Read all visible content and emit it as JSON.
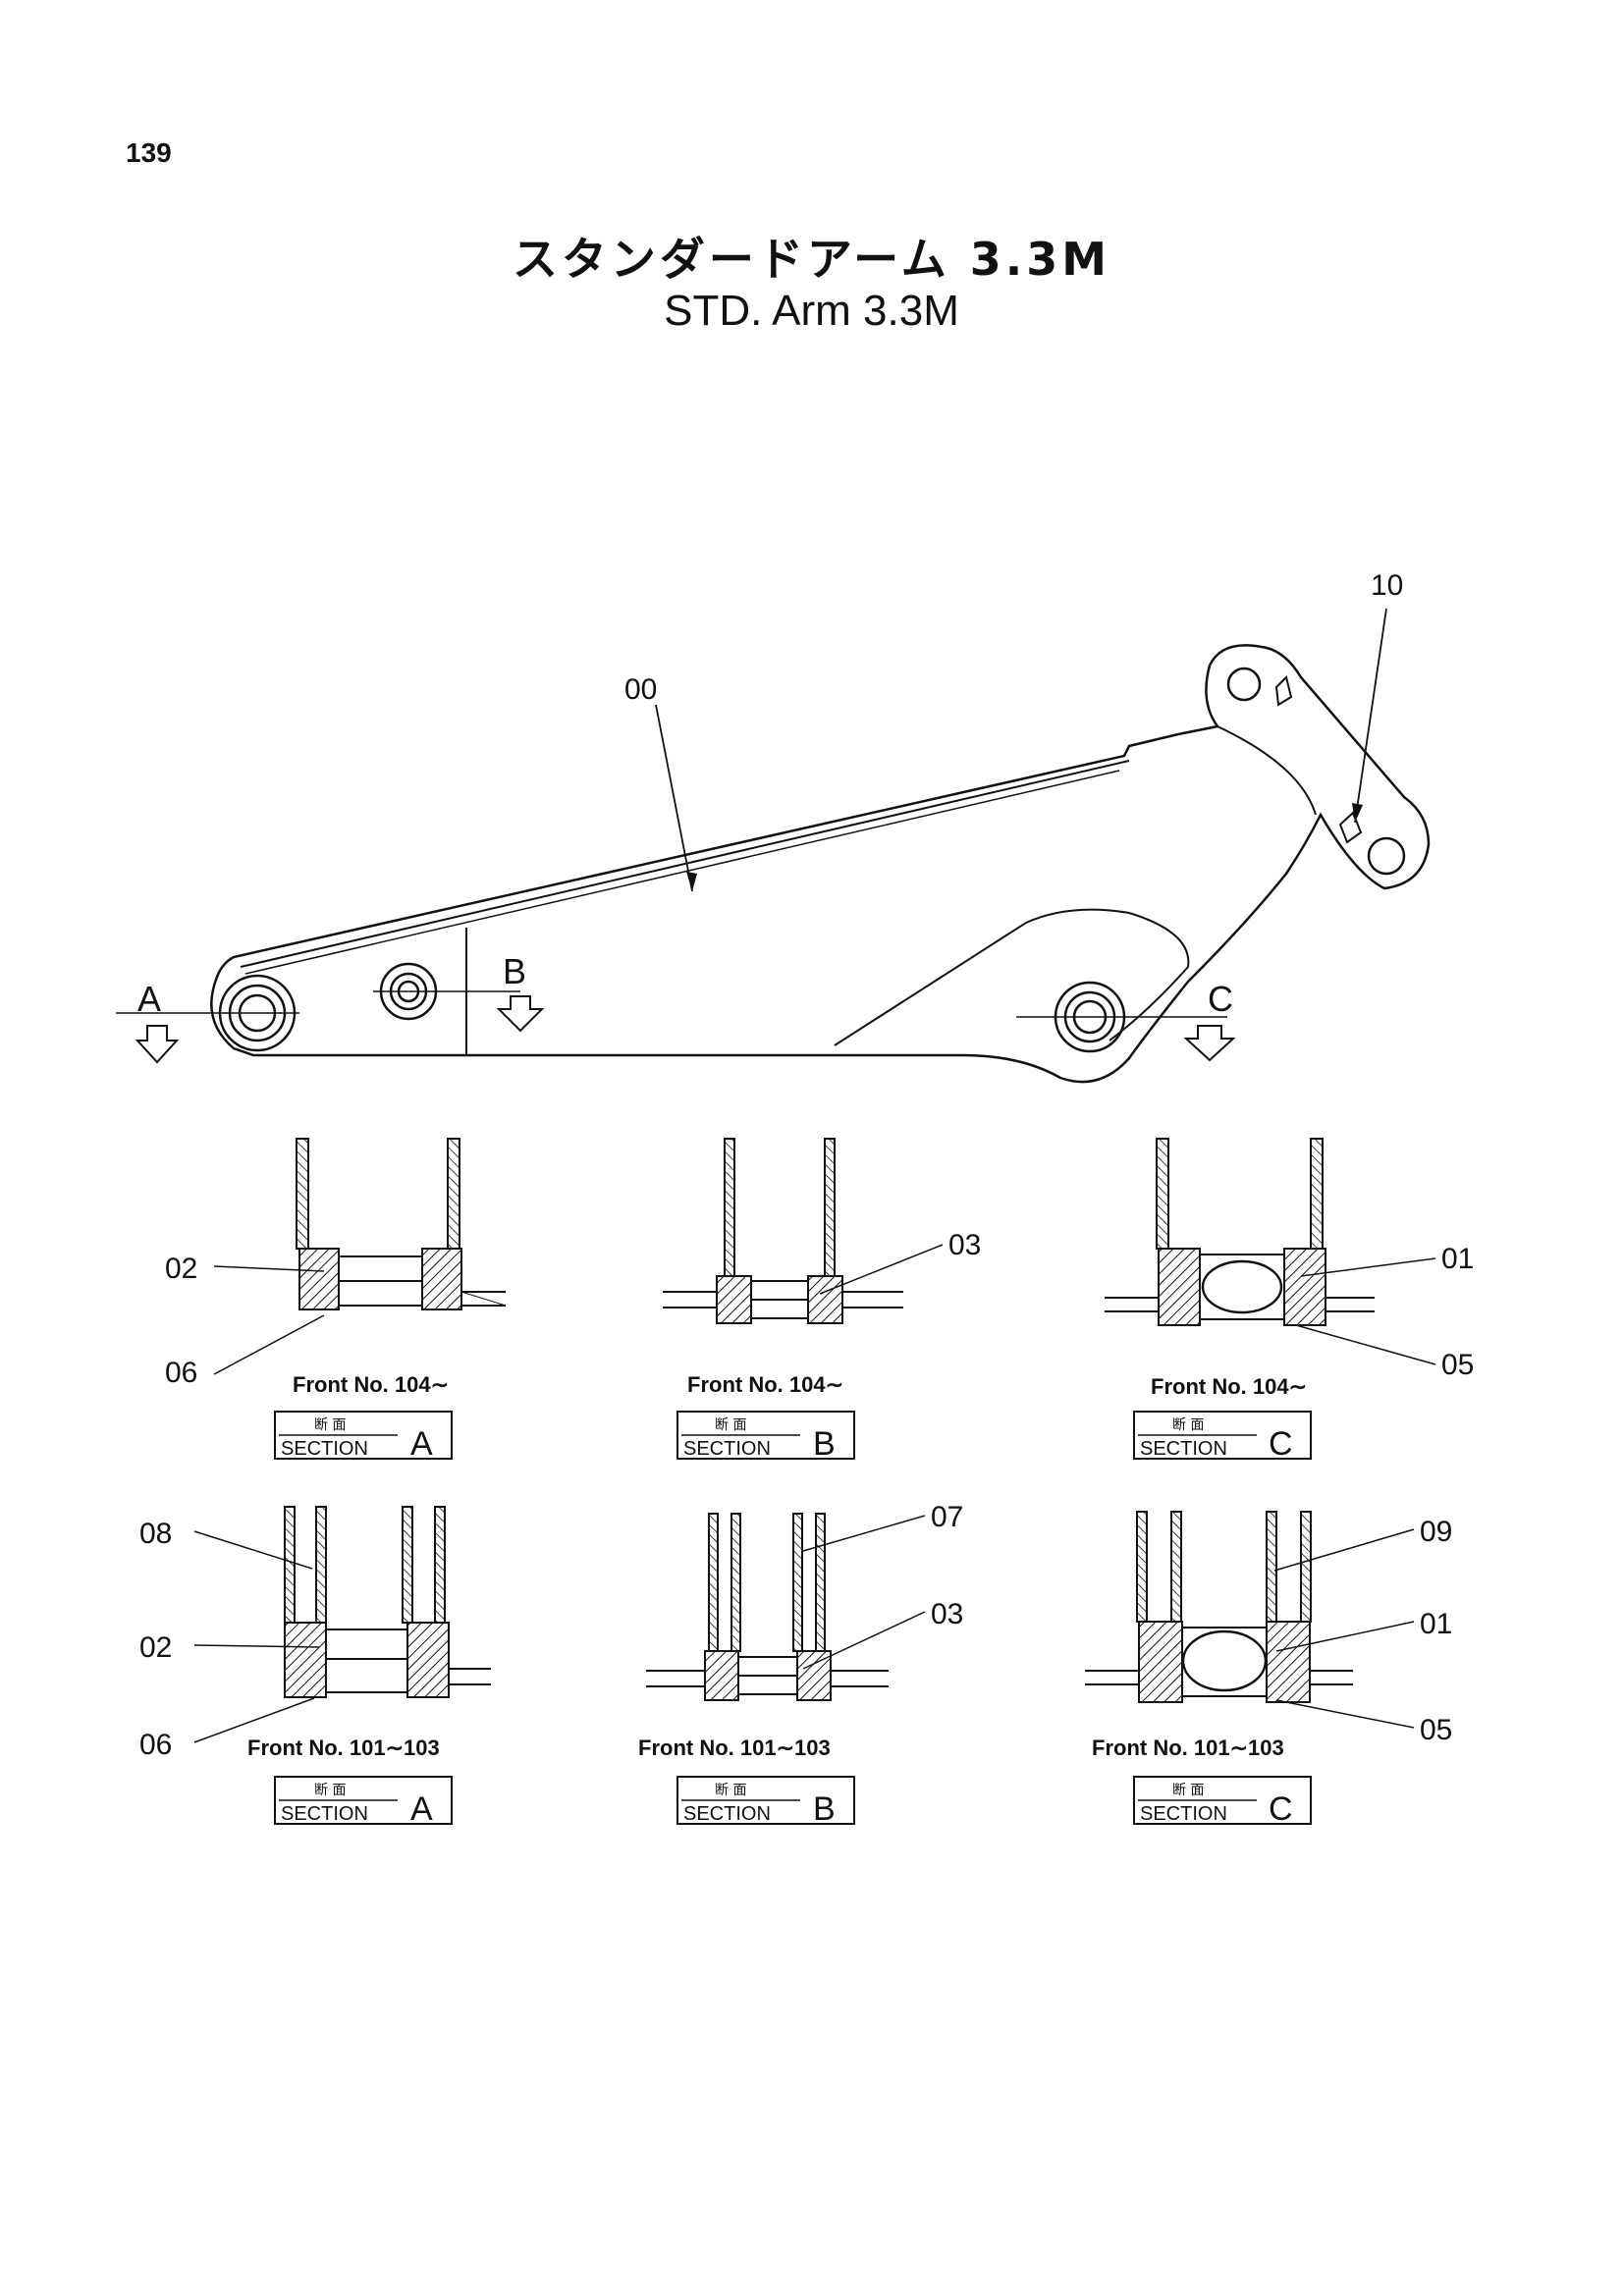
{
  "page_number": "139",
  "title_jp": "スタンダードアーム 3.3M",
  "title_en": "STD. Arm 3.3M",
  "arm": {
    "labels": {
      "main": "00",
      "pin": "10",
      "sec_a": "A",
      "sec_b": "B",
      "sec_c": "C"
    }
  },
  "sections": {
    "kanji": "断 面",
    "word": "SECTION",
    "row1": {
      "front_no": "Front No. 104∼",
      "a": {
        "letter": "A",
        "p1": "02",
        "p2": "06"
      },
      "b": {
        "letter": "B",
        "p1": "03"
      },
      "c": {
        "letter": "C",
        "p1": "01",
        "p2": "05"
      }
    },
    "row2": {
      "front_no": "Front No. 101∼103",
      "a": {
        "letter": "A",
        "p1": "08",
        "p2": "02",
        "p3": "06"
      },
      "b": {
        "letter": "B",
        "p1": "07",
        "p2": "03"
      },
      "c": {
        "letter": "C",
        "p1": "09",
        "p2": "01",
        "p3": "05"
      }
    }
  }
}
